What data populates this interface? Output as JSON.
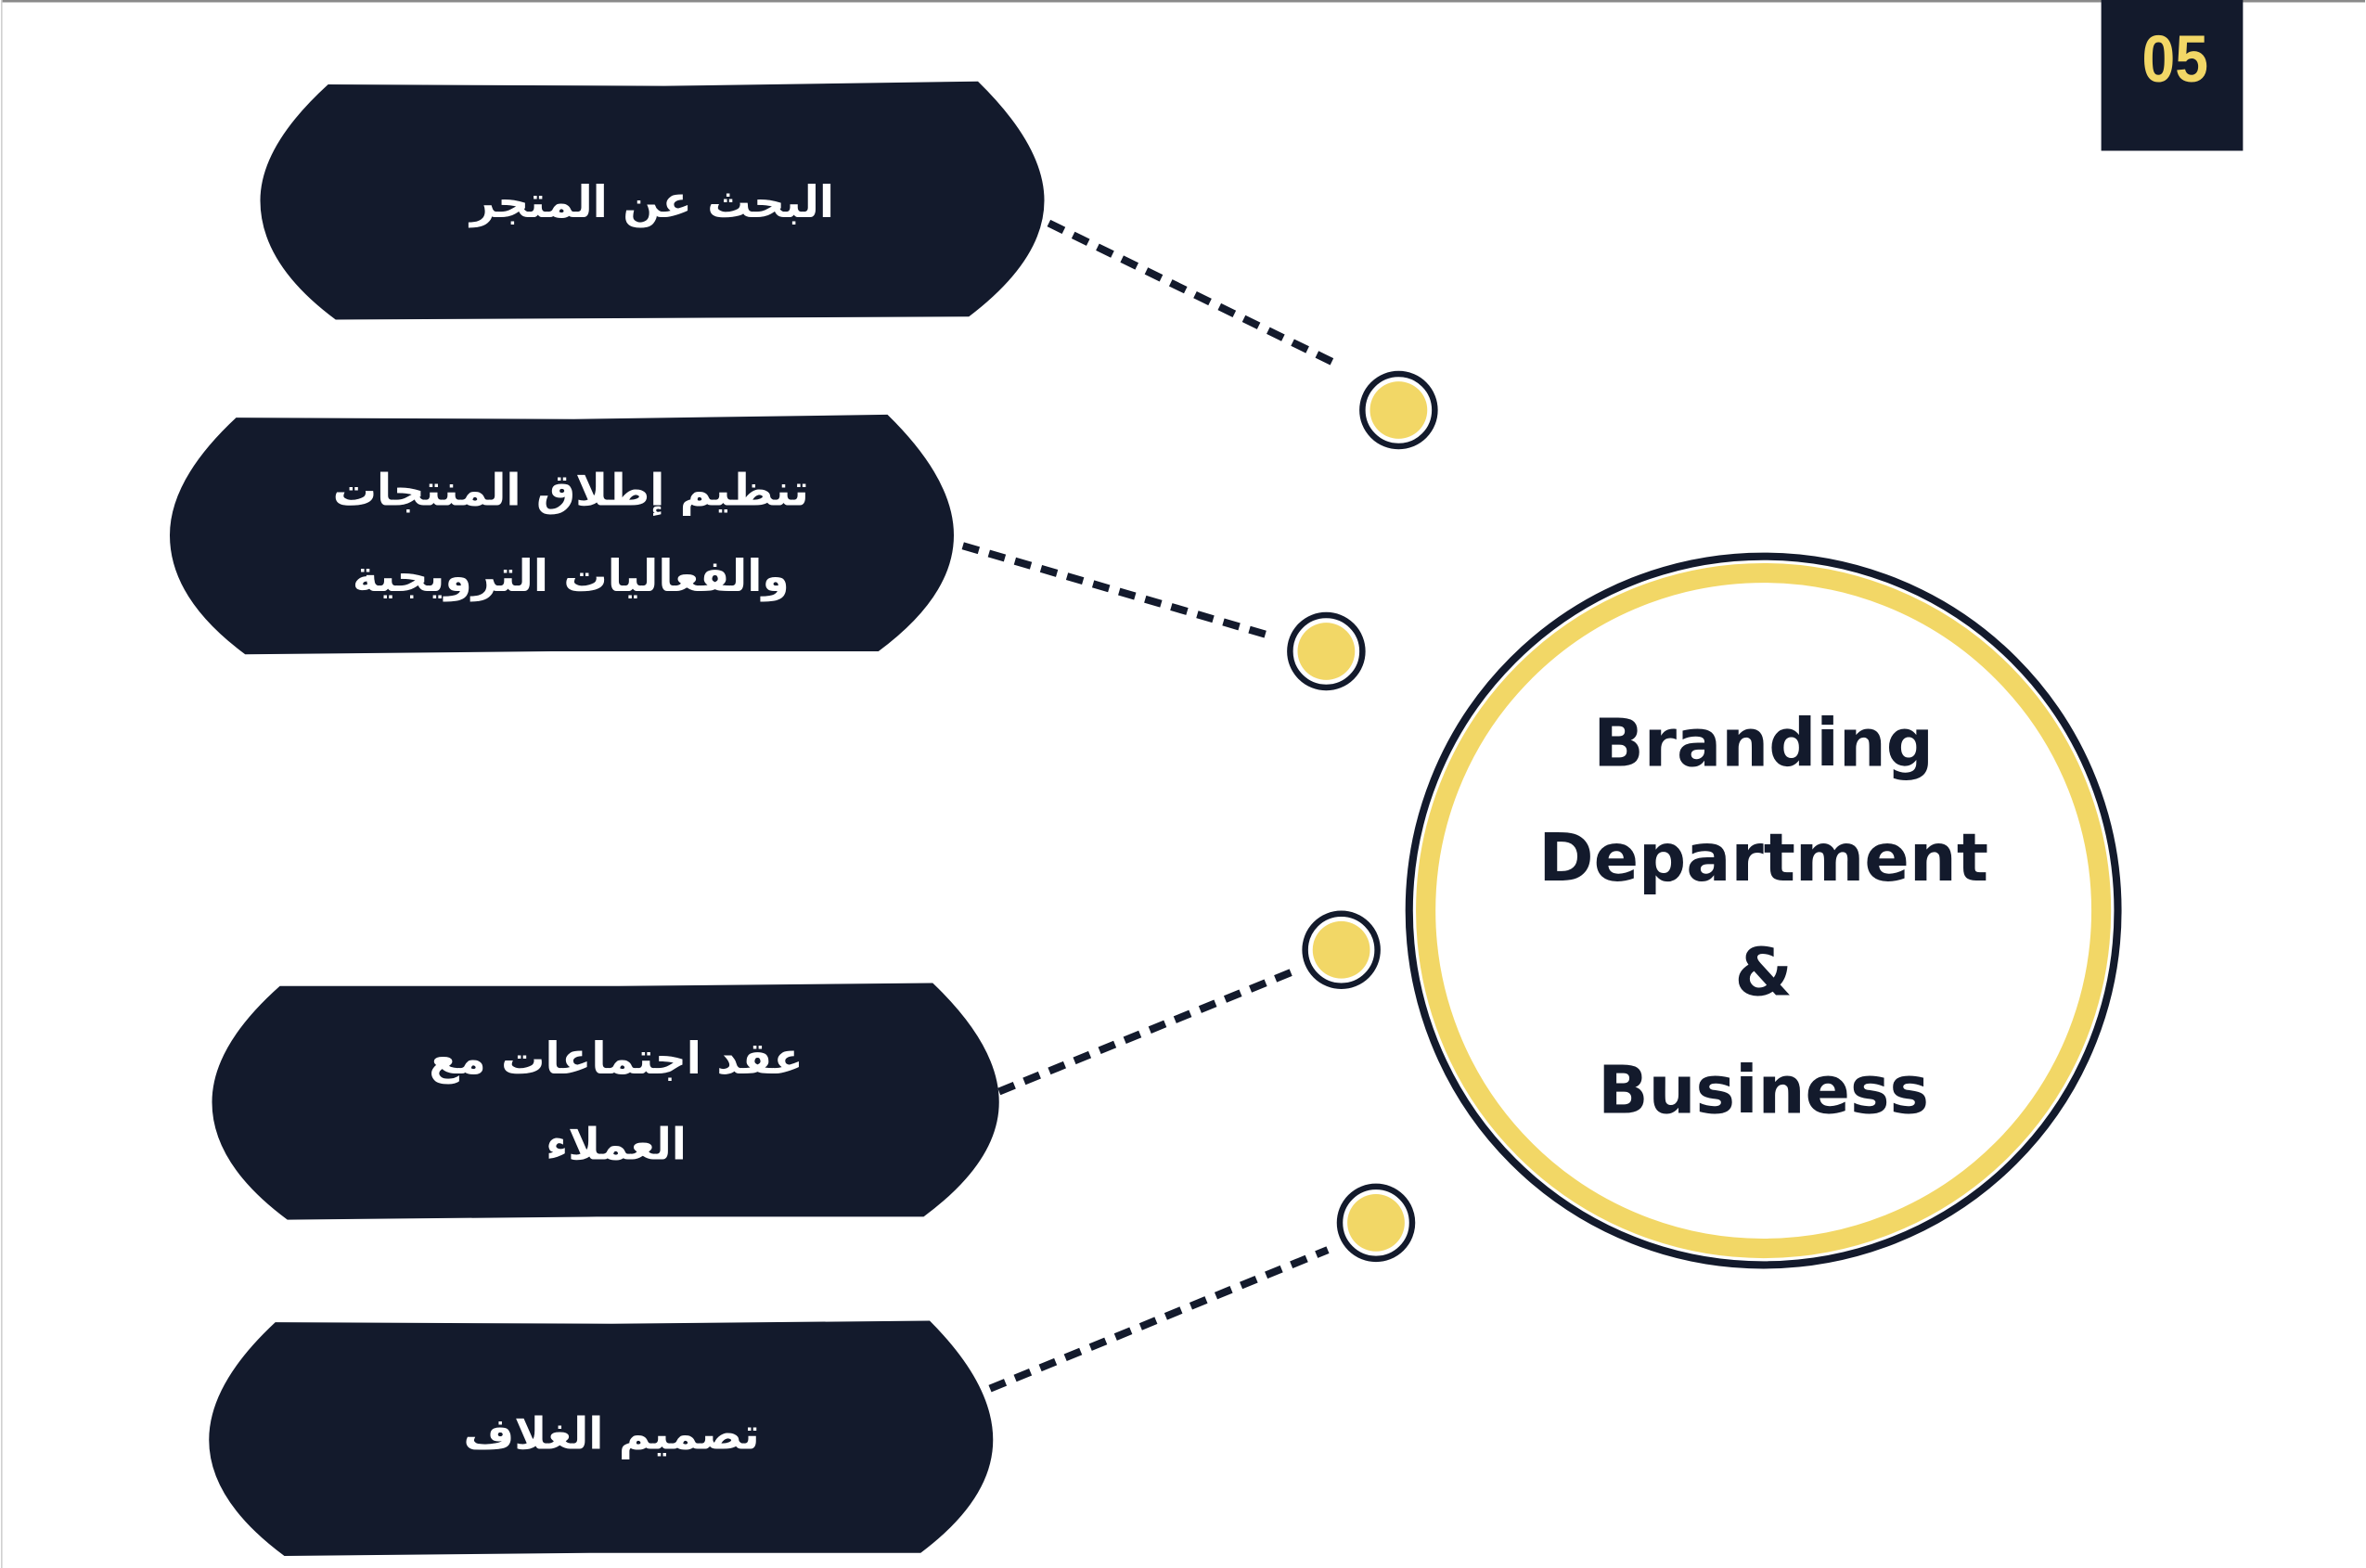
{
  "slide_number": "05",
  "colors": {
    "navy": "#131a2c",
    "yellow": "#f2d766",
    "white": "#ffffff"
  },
  "center": {
    "lines": [
      "Branding",
      "Department",
      "&",
      "Business"
    ]
  },
  "tasks": [
    {
      "lines": [
        "البحث عن المتجر"
      ]
    },
    {
      "lines": [
        "تنظيم إطلاق المنتجات",
        "والفعاليات الترويجية"
      ]
    },
    {
      "lines": [
        "عقد اجتماعات مع",
        "العملاء"
      ]
    },
    {
      "lines": [
        "تصميم الغلاف"
      ]
    }
  ]
}
